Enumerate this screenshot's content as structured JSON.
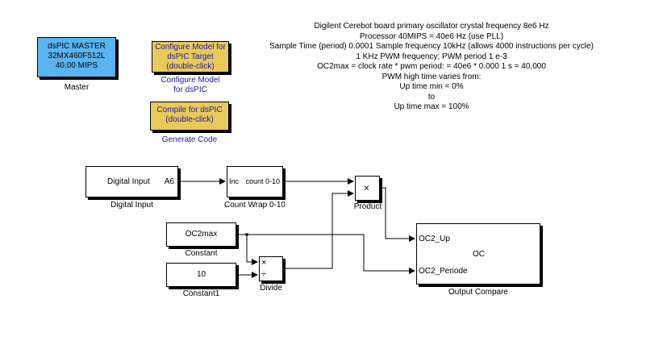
{
  "master": {
    "lines": [
      "dsPIC MASTER",
      "32MX460F512L",
      "40.00 MIPS"
    ],
    "caption": "Master"
  },
  "configure": {
    "lines": [
      "Configure Model for",
      "dsPIC Target",
      "(double-click)"
    ],
    "caption": [
      "Configure Model",
      "for dsPIC"
    ]
  },
  "compile": {
    "lines": [
      "Compile for dsPIC",
      "(double-click)"
    ],
    "caption": "Generate Code"
  },
  "note": [
    "Digilent Cerebot board primary oscillator crystal frequency 8e6 Hz",
    "Processor 40MIPS = 40e6 Hz (use PLL)",
    "Sample Time (period) 0.0001    Sample frequency 10kHz (allows 4000 instructions per cycle)",
    "1 KHz PWM frequency; PWM period 1 e-3",
    "OC2max = clock rate * pwm period: = 40e6 * 0.000 1 s = 40,000",
    "PWM high time varies from:",
    "Up time min = 0%",
    "to",
    "Up time max = 100%"
  ],
  "digital_input": {
    "text": "Digital Input",
    "port": "A6",
    "caption": "Digital Input"
  },
  "count_wrap": {
    "in_port": "Inc",
    "out_port": "count 0-10",
    "caption": "Count Wrap 0-10"
  },
  "product": {
    "symbol": "×",
    "caption": "Product"
  },
  "oc2max": {
    "value": "OC2max",
    "caption": "Constant"
  },
  "constant1": {
    "value": "10",
    "caption": "Constant1"
  },
  "divide": {
    "mul": "×",
    "div": "÷",
    "caption": "Divide"
  },
  "output_compare": {
    "port_up": "OC2_Up",
    "port_periode": "OC2_Periode",
    "title": "OC",
    "caption": "Output Compare"
  }
}
